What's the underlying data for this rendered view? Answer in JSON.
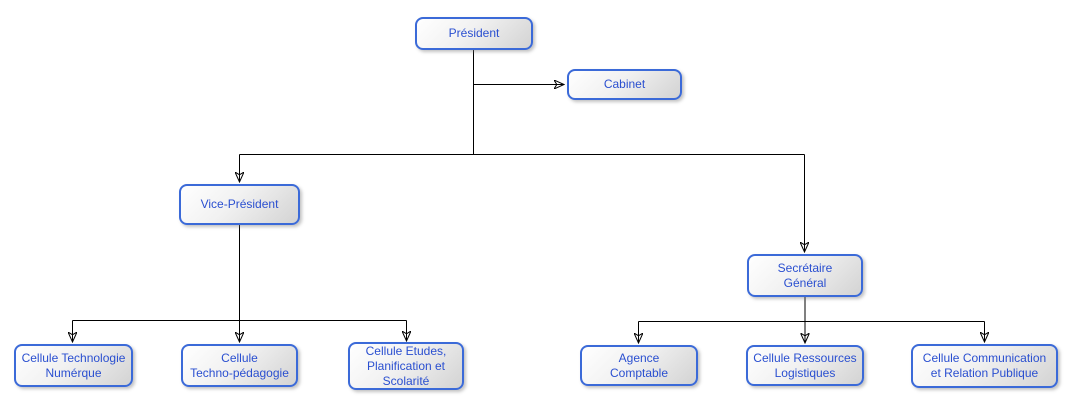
{
  "diagram": {
    "type": "org-chart",
    "colors": {
      "box_border": "#3b6ad8",
      "box_text": "#2a4fd0",
      "box_fill_top": "#ffffff",
      "box_fill_bottom": "#d3d3d3",
      "connector": "#000000",
      "background": "#ffffff"
    },
    "nodes": {
      "president": {
        "label": "Président"
      },
      "cabinet": {
        "label": "Cabinet"
      },
      "vice_president": {
        "label": "Vice-Président"
      },
      "secretaire_general": {
        "label": "Secrétaire\nGénéral"
      },
      "cellule_technologie": {
        "label": "Cellule Technologie\nNumérque"
      },
      "cellule_techno_pedagogie": {
        "label": "Cellule\nTechno-pédagogie"
      },
      "cellule_etudes": {
        "label": "Cellule Etudes,\nPlanification et\nScolarité"
      },
      "agence_comptable": {
        "label": "Agence\nComptable"
      },
      "cellule_ressources": {
        "label": "Cellule Ressources\nLogistiques"
      },
      "cellule_communication": {
        "label": "Cellule Communication\net Relation Publique"
      }
    },
    "edges": [
      {
        "from": "president",
        "to": "cabinet"
      },
      {
        "from": "president",
        "to": "vice_president"
      },
      {
        "from": "president",
        "to": "secretaire_general"
      },
      {
        "from": "vice_president",
        "to": "cellule_technologie"
      },
      {
        "from": "vice_president",
        "to": "cellule_techno_pedagogie"
      },
      {
        "from": "vice_president",
        "to": "cellule_etudes"
      },
      {
        "from": "secretaire_general",
        "to": "agence_comptable"
      },
      {
        "from": "secretaire_general",
        "to": "cellule_ressources"
      },
      {
        "from": "secretaire_general",
        "to": "cellule_communication"
      }
    ]
  }
}
